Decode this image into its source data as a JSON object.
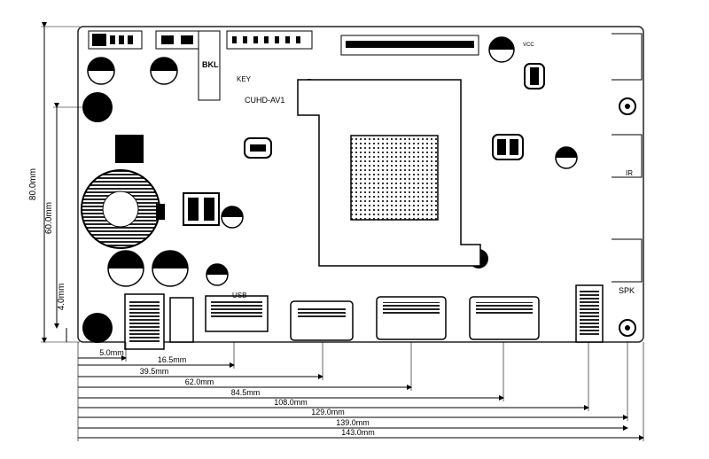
{
  "board": {
    "labels": {
      "bkl": "BKL",
      "key": "KEY",
      "model": "CUHD-AV1",
      "usb": "USB",
      "ir": "IR",
      "spk": "SPK",
      "vcc": "VCC"
    }
  },
  "dimensions": {
    "vertical": {
      "total": "80.0mm",
      "mid": "60.0mm",
      "low": "4.0mm"
    },
    "horizontal": [
      "5.0mm",
      "16.5mm",
      "39.5mm",
      "62.0mm",
      "84.5mm",
      "108.0mm",
      "129.0mm",
      "139.0mm",
      "143.0mm"
    ]
  }
}
